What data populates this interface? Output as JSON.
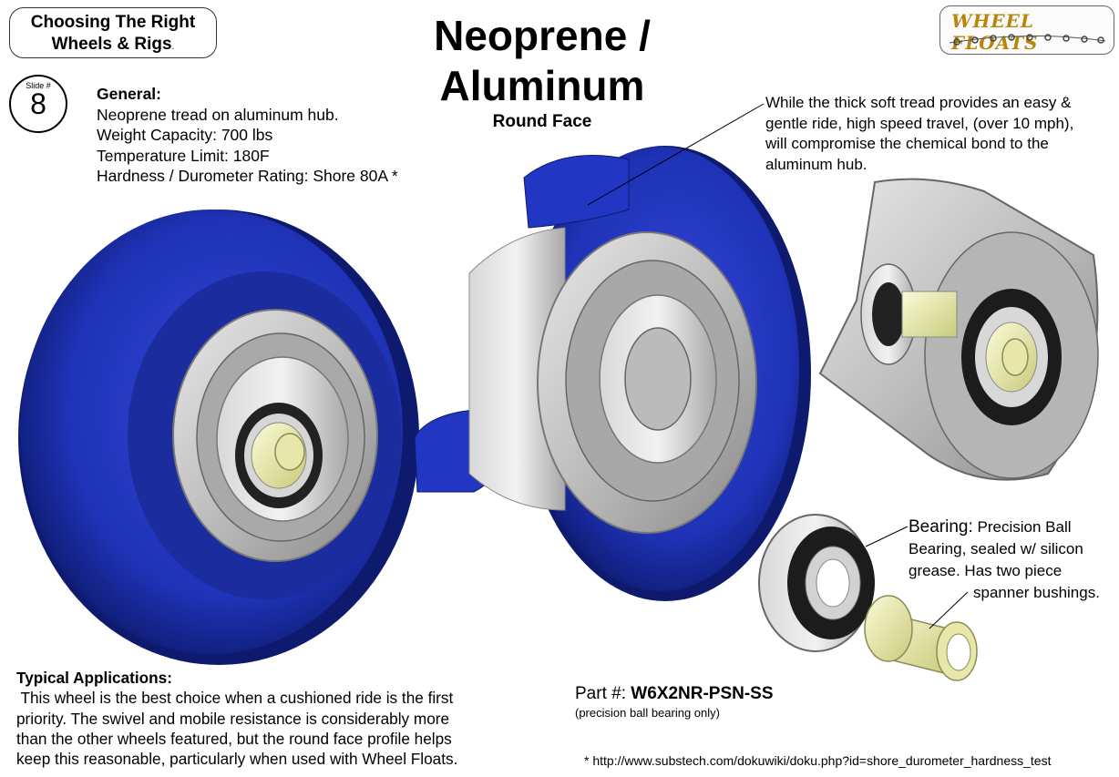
{
  "header": {
    "box_line1": "Choosing The Right",
    "box_line2": "Wheels & Rigs",
    "box_suffix": ".",
    "slide_label": "Slide #",
    "slide_number": "8",
    "logo_text": "WHEEL FLOATS"
  },
  "title": {
    "line1": "Neoprene /",
    "line2": "Aluminum",
    "subtitle": "Round Face"
  },
  "general": {
    "heading": "General:",
    "lines": [
      "Neoprene tread on aluminum hub.",
      "Weight Capacity: 700 lbs",
      "Temperature Limit: 180F",
      "Hardness / Durometer Rating: Shore 80A *"
    ]
  },
  "tread_note": {
    "lines": [
      "While the thick soft tread provides an easy &",
      "gentle ride, high speed travel, (over 10 mph),",
      "will compromise the chemical bond to the",
      "aluminum hub."
    ]
  },
  "bearing_note": {
    "heading": "Bearing:",
    "line1_rest": "Precision Ball",
    "line2": "Bearing, sealed w/ silicon",
    "line3": "grease.  Has two piece",
    "line4": "spanner bushings."
  },
  "typical": {
    "heading": "Typical Applications:",
    "lines": [
      " This wheel is the best choice when a cushioned ride is the first",
      "priority.  The swivel and mobile resistance is considerably more",
      "than the other wheels featured, but the round face profile helps",
      "keep this reasonable, particularly when used with Wheel Floats."
    ]
  },
  "part": {
    "label": "Part #:",
    "number": "W6X2NR-PSN-SS",
    "note": "(precision ball bearing only)"
  },
  "footnote": "* http://www.substech.com/dokuwiki/doku.php?id=shore_durometer_hardness_test",
  "colors": {
    "tread_blue": "#1f33b8",
    "tread_dark": "#0d1a6e",
    "aluminum": "#c4c4c4",
    "aluminum_dark": "#8a8a8a",
    "bushing": "#e9eab0",
    "logo_gold": "#b8860b"
  }
}
